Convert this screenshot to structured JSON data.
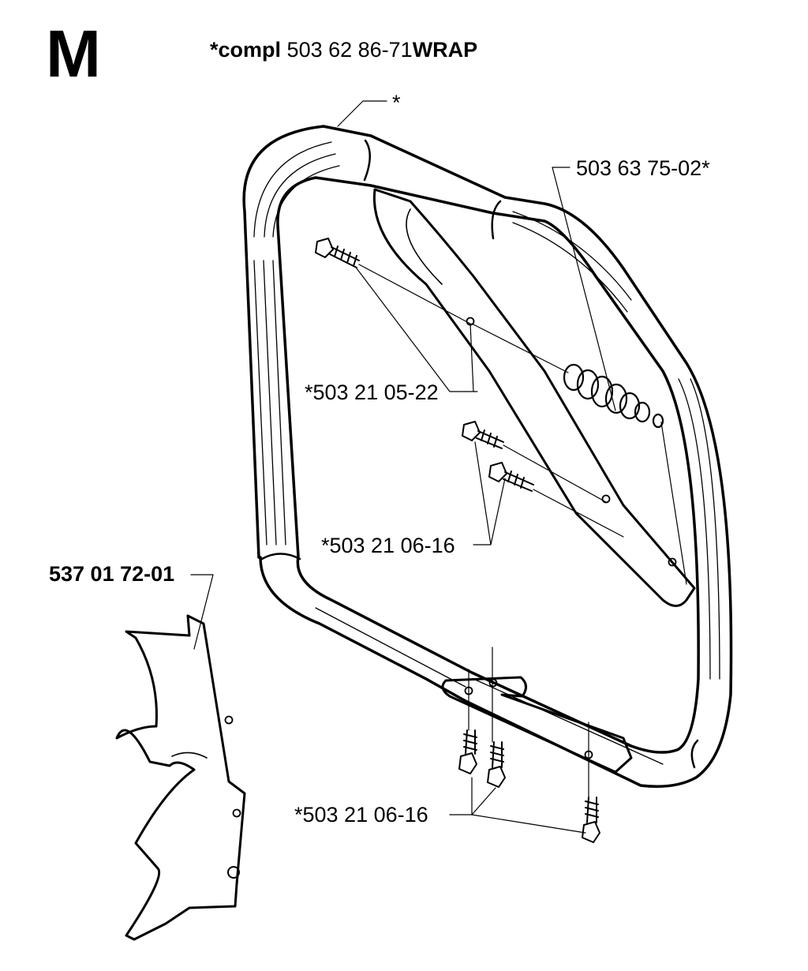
{
  "section": "M",
  "header": {
    "prefix": "*compl",
    "part_number": "503 62 86-71",
    "suffix": "WRAP"
  },
  "callouts": {
    "handle_grip": "*",
    "vibration_damper": "503 63 75-02*",
    "bolt_upper": "*503 21 05-22",
    "screws_mid": "*503 21 06-16",
    "guard_plate": "537 01 72-01",
    "screws_bottom": "*503 21 06-16"
  },
  "colors": {
    "line": "#000000",
    "background": "#ffffff"
  }
}
